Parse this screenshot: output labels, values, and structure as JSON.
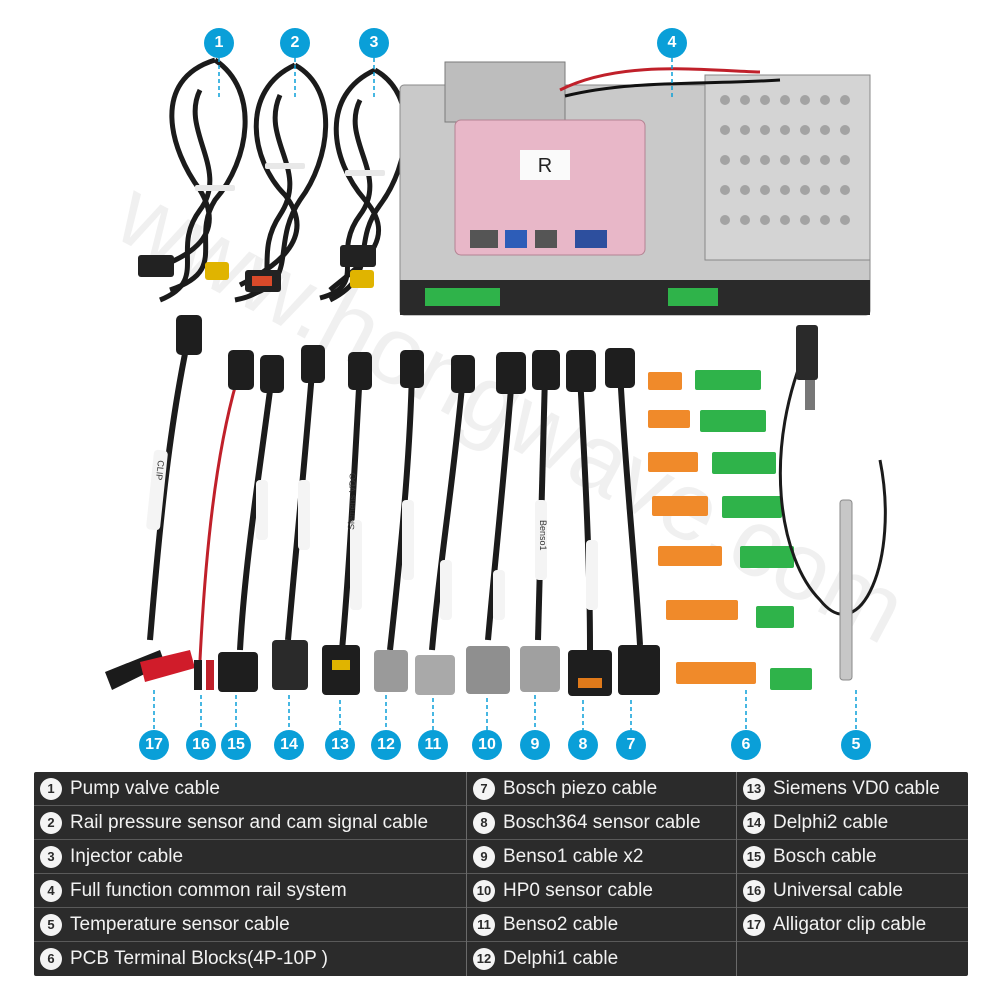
{
  "callouts": [
    {
      "n": "1"
    },
    {
      "n": "2"
    },
    {
      "n": "3"
    },
    {
      "n": "4"
    },
    {
      "n": "5"
    },
    {
      "n": "6"
    },
    {
      "n": "7"
    },
    {
      "n": "8"
    },
    {
      "n": "9"
    },
    {
      "n": "10"
    },
    {
      "n": "11"
    },
    {
      "n": "12"
    },
    {
      "n": "13"
    },
    {
      "n": "14"
    },
    {
      "n": "15"
    },
    {
      "n": "16"
    },
    {
      "n": "17"
    }
  ],
  "product": {
    "case_label": "R",
    "clip_cable_label": "CLIP",
    "siemens_label": "Siemens VDO",
    "benso_label": "Benso1"
  },
  "watermark": "www.hongwave.com",
  "legend": {
    "col1": [
      {
        "n": "1",
        "label": "Pump valve cable"
      },
      {
        "n": "2",
        "label": "Rail pressure sensor and cam signal cable"
      },
      {
        "n": "3",
        "label": "Injector cable"
      },
      {
        "n": "4",
        "label": "Full function common rail system"
      },
      {
        "n": "5",
        "label": "Temperature sensor cable"
      },
      {
        "n": "6",
        "label": "PCB Terminal Blocks(4P-10P )"
      }
    ],
    "col2": [
      {
        "n": "7",
        "label": "Bosch piezo cable"
      },
      {
        "n": "8",
        "label": "Bosch364 sensor cable"
      },
      {
        "n": "9",
        "label": "Benso1 cable x2"
      },
      {
        "n": "10",
        "label": "HP0 sensor cable"
      },
      {
        "n": "11",
        "label": "Benso2 cable"
      },
      {
        "n": "12",
        "label": "Delphi1 cable"
      }
    ],
    "col3": [
      {
        "n": "13",
        "label": "Siemens VD0 cable"
      },
      {
        "n": "14",
        "label": "Delphi2 cable"
      },
      {
        "n": "15",
        "label": "Bosch  cable"
      },
      {
        "n": "16",
        "label": "Universal cable"
      },
      {
        "n": "17",
        "label": "Alligator clip cable"
      }
    ]
  },
  "colors": {
    "accent": "#0a9fd8",
    "legend_bg": "#2b2b2b",
    "terminal_orange": "#f08a2a",
    "terminal_green": "#2fb34a",
    "case_pink": "#e8b7c8"
  }
}
